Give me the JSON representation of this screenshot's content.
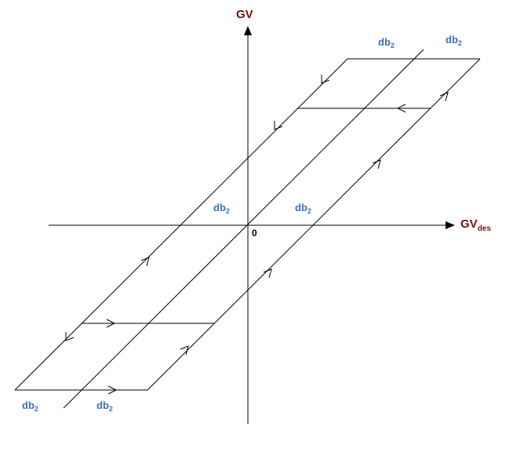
{
  "colors": {
    "axis_label": "#7a1010",
    "db_label": "#3a6fbf",
    "line": "#000000"
  },
  "axes": {
    "y_label": "GV",
    "x_label_main": "GV",
    "x_label_sub": "des",
    "origin": "0"
  },
  "db_labels": [
    {
      "main": "db",
      "sub": "2"
    },
    {
      "main": "db",
      "sub": "2"
    },
    {
      "main": "db",
      "sub": "2"
    },
    {
      "main": "db",
      "sub": "2"
    },
    {
      "main": "db",
      "sub": "2"
    },
    {
      "main": "db",
      "sub": "2"
    }
  ]
}
